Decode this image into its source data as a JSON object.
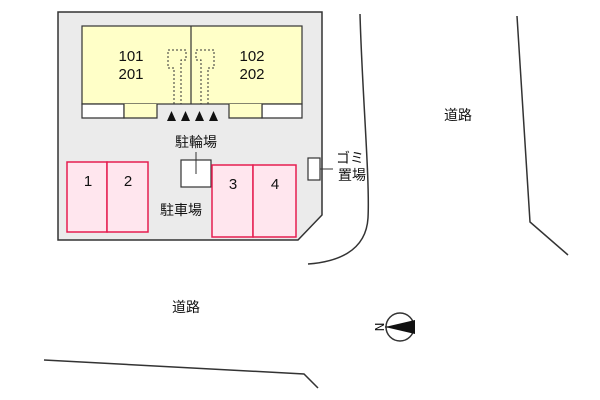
{
  "map": {
    "building": {
      "unit_left_upper": "101",
      "unit_left_lower": "201",
      "unit_right_upper": "102",
      "unit_right_lower": "202"
    },
    "bicycle_parking": "駐輪場",
    "car_parking": "駐車場",
    "parking_spaces": [
      "1",
      "2",
      "3",
      "4"
    ],
    "garbage_label_line1": "ゴミ",
    "garbage_label_line2": "置場",
    "road_right": "道路",
    "road_bottom": "道路",
    "compass_label": "N",
    "colors": {
      "lot": "#ebebeb",
      "building": "#ffffc8",
      "parking_fill": "#ffe6ee",
      "parking_stroke": "#e61e50",
      "line": "#333333"
    }
  }
}
